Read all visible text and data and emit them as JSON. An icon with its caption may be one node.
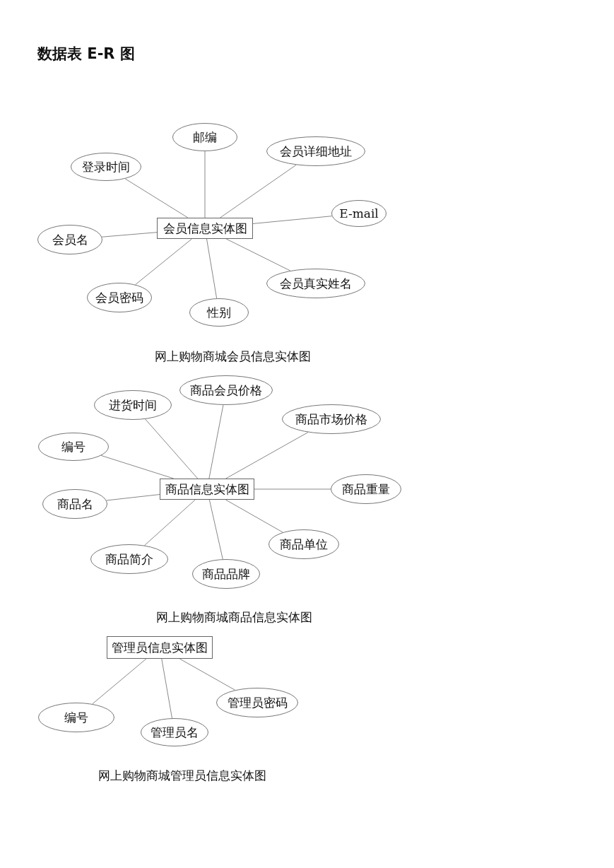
{
  "diagram": {
    "title": "数据表 E-R 图",
    "nodes": [
      {
        "text": [
          "会员信息实体图"
        ]
      },
      {
        "text": [
          "邮编"
        ]
      },
      {
        "text": [
          "登录时间"
        ]
      },
      {
        "text": [
          "会员详细地址"
        ]
      },
      {
        "text": [
          "E-mail"
        ]
      },
      {
        "text": [
          "会员名"
        ]
      },
      {
        "text": [
          "会员真实姓名"
        ]
      },
      {
        "text": [
          "会员密码"
        ]
      },
      {
        "text": [
          "性别"
        ]
      },
      {
        "text": [
          "商品信息实体图"
        ]
      },
      {
        "text": [
          "进货时间"
        ]
      },
      {
        "text": [
          "商品会员价格"
        ]
      },
      {
        "text": [
          "编号"
        ]
      },
      {
        "text": [
          "商品市场价格"
        ]
      },
      {
        "text": [
          "商品名"
        ]
      },
      {
        "text": [
          "商品重量"
        ]
      },
      {
        "text": [
          "商品简介"
        ]
      },
      {
        "text": [
          "商品单位"
        ]
      },
      {
        "text": [
          "商品品牌"
        ]
      },
      {
        "text": [
          "管理员信息实体图"
        ]
      },
      {
        "text": [
          "编号"
        ]
      },
      {
        "text": [
          "管理员名"
        ]
      },
      {
        "text": [
          "管理员密码"
        ]
      }
    ],
    "edges": [
      {
        "from": 0,
        "to": 1,
        "arrow": "none"
      },
      {
        "from": 0,
        "to": 2,
        "arrow": "none"
      },
      {
        "from": 0,
        "to": 3,
        "arrow": "none"
      },
      {
        "from": 0,
        "to": 4,
        "arrow": "none"
      },
      {
        "from": 0,
        "to": 5,
        "arrow": "none"
      },
      {
        "from": 0,
        "to": 6,
        "arrow": "none"
      },
      {
        "from": 0,
        "to": 7,
        "arrow": "none"
      },
      {
        "from": 0,
        "to": 8,
        "arrow": "none"
      },
      {
        "from": 9,
        "to": 10,
        "arrow": "none"
      },
      {
        "from": 9,
        "to": 11,
        "arrow": "none"
      },
      {
        "from": 9,
        "to": 12,
        "arrow": "none"
      },
      {
        "from": 9,
        "to": 13,
        "arrow": "none"
      },
      {
        "from": 9,
        "to": 14,
        "arrow": "none"
      },
      {
        "from": 9,
        "to": 15,
        "arrow": "none"
      },
      {
        "from": 9,
        "to": 16,
        "arrow": "none"
      },
      {
        "from": 9,
        "to": 17,
        "arrow": "none"
      },
      {
        "from": 9,
        "to": 18,
        "arrow": "none"
      },
      {
        "from": 19,
        "to": 20,
        "arrow": "none"
      },
      {
        "from": 19,
        "to": 21,
        "arrow": "none"
      },
      {
        "from": 19,
        "to": 22,
        "arrow": "none"
      }
    ],
    "labels": [
      "网上购物商城会员信息实体图",
      "网上购物商城商品信息实体图",
      "网上购物商城管理员信息实体图"
    ]
  }
}
